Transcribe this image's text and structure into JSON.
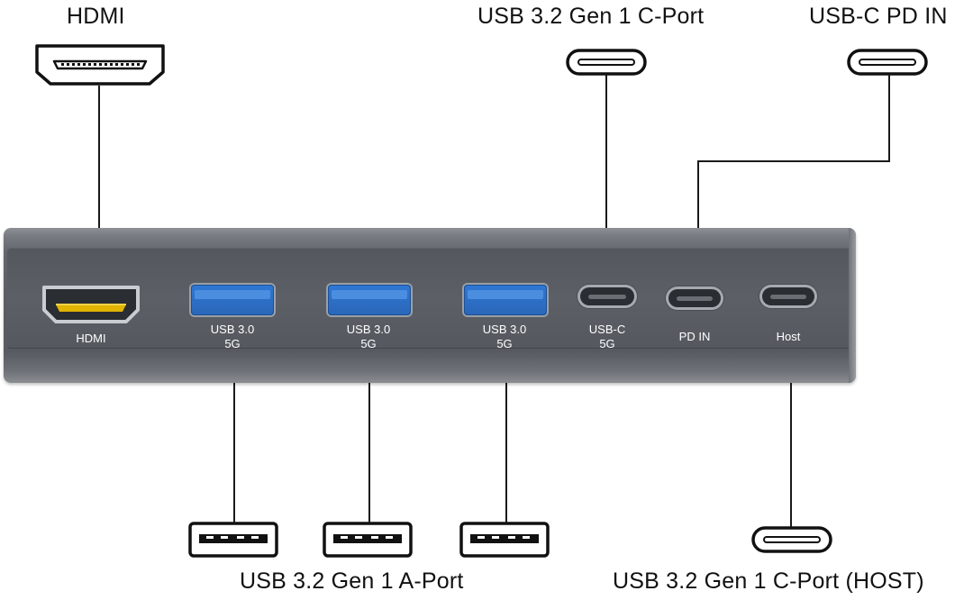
{
  "callouts": {
    "hdmi": "HDMI",
    "usb_c_port": "USB 3.2 Gen 1 C-Port",
    "pd_in": "USB-C PD IN",
    "a_port": "USB 3.2 Gen 1 A-Port",
    "host_port": "USB 3.2 Gen 1 C-Port (HOST)"
  },
  "ports": {
    "hdmi": {
      "label": "HDMI"
    },
    "usb_a_1": {
      "line1": "USB 3.0",
      "line2": "5G"
    },
    "usb_a_2": {
      "line1": "USB 3.0",
      "line2": "5G"
    },
    "usb_a_3": {
      "line1": "USB 3.0",
      "line2": "5G"
    },
    "usb_c": {
      "line1": "USB-C",
      "line2": "5G"
    },
    "pd_in": {
      "label": "PD IN"
    },
    "host": {
      "label": "Host"
    }
  },
  "colors": {
    "hub_body": "#5a5e64",
    "usb_a_blue": "#2a66b8",
    "hdmi_gold": "#e0b400",
    "line": "#1a1a1a"
  }
}
